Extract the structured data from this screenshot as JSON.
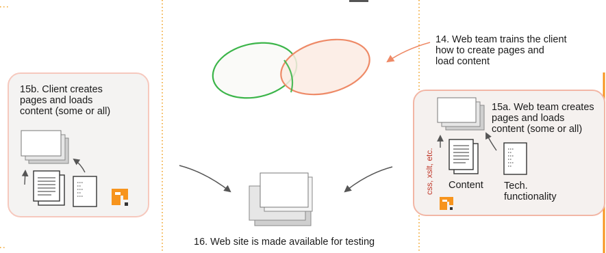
{
  "steps": {
    "step14": [
      "14. Web team trains the client",
      "how to create pages and",
      "load content"
    ],
    "step15b": [
      "15b. Client creates",
      "pages and loads",
      "content (some or all)"
    ],
    "step15a": [
      "15a. Web team creates",
      "pages and loads",
      "content (some or all)"
    ],
    "step16": "16. Web site is made available for testing"
  },
  "labels": {
    "content": "Content",
    "tech": [
      "Tech.",
      "functionality"
    ],
    "css": "css, xslt, etc."
  },
  "colors": {
    "client_box_fill": "#f4f3f2",
    "client_box_border": "#f6c8bd",
    "team_box_fill": "#f5f1ef",
    "team_box_border": "#f2b6a5",
    "green_oval": "#3cb54a",
    "salmon_oval": "#ee8a67",
    "salmon_fill": "#fcebe3",
    "orange_divider": "#f0a020",
    "accent_orange": "#f7941d",
    "css_text": "#c0392b"
  },
  "icons": [
    "page-stack-icon",
    "document-icon",
    "tech-spec-icon",
    "cms-logo-icon",
    "arrow-icon"
  ]
}
